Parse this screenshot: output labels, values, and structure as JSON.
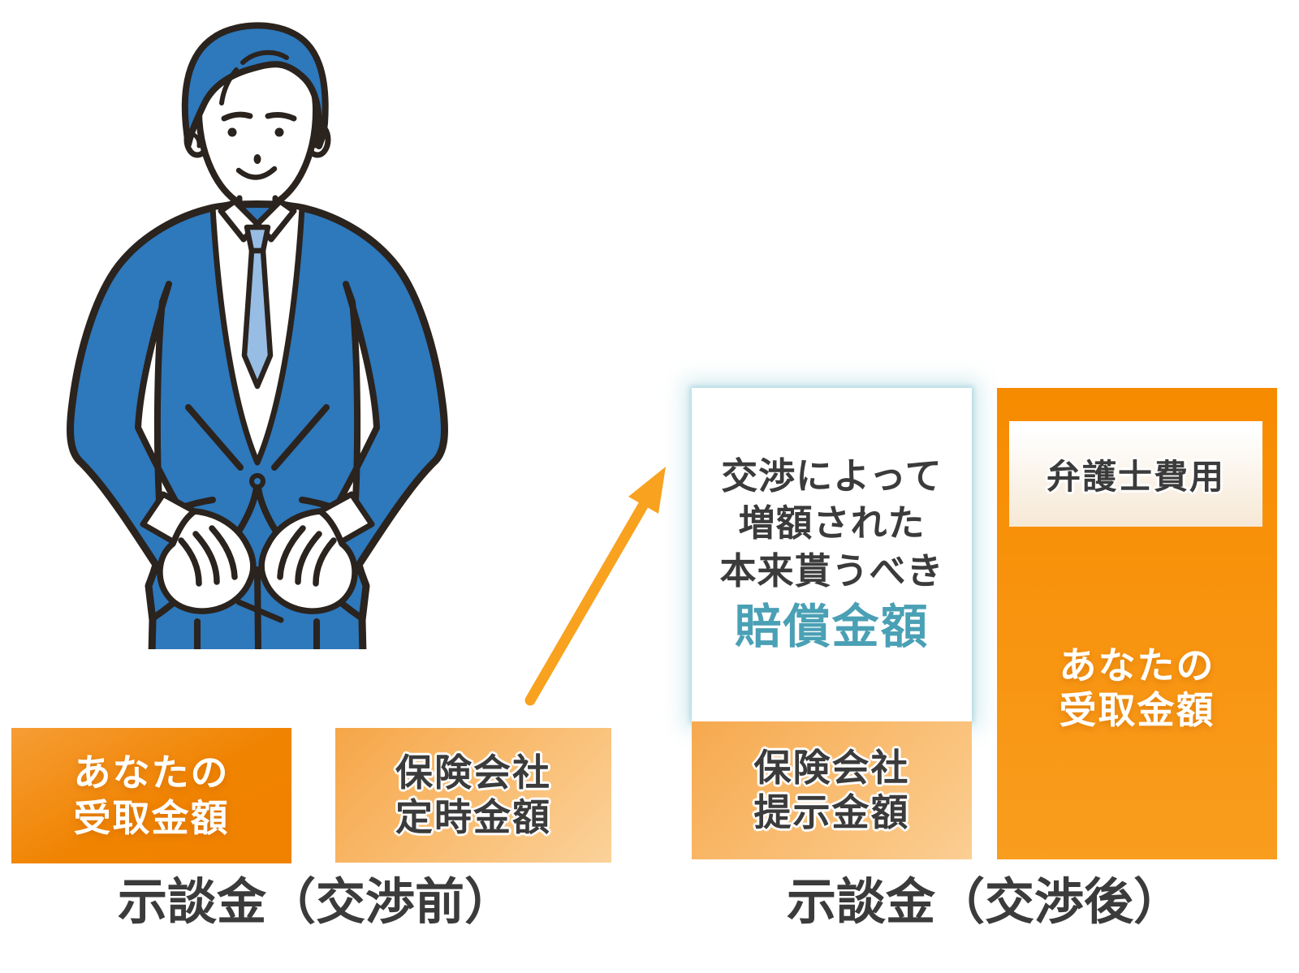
{
  "illustration_icon": "businessman-hands-on-hips-icon",
  "arrow_icon": "increase-arrow-icon",
  "colors": {
    "accent_orange": "#f08300",
    "light_orange": "#f9be74",
    "deep_orange": "#f78b00",
    "arrow_orange": "#f9a21f",
    "emphasis_teal": "#4aa0b5",
    "suit_blue": "#2e78bc",
    "tie_blue": "#97bde4",
    "outline_dark": "#2a231e",
    "text_dark": "#3b3b3b",
    "glow_cyan": "#a4d4de"
  },
  "before": {
    "caption": "示談金（交渉前）",
    "your_amount": {
      "line1": "あなたの",
      "line2": "受取金額"
    },
    "insurer_set_amount": {
      "line1": "保険会社",
      "line2": "定時金額"
    }
  },
  "after": {
    "caption": "示談金（交渉後）",
    "negotiated_box": {
      "line1": "交渉によって",
      "line2": "増額された",
      "line3": "本来貰うべき",
      "emphasis": "賠償金額"
    },
    "insurer_offer": {
      "line1": "保険会社",
      "line2": "提示金額"
    },
    "lawyer_fee": "弁護士費用",
    "your_amount": {
      "line1": "あなたの",
      "line2": "受取金額"
    }
  }
}
